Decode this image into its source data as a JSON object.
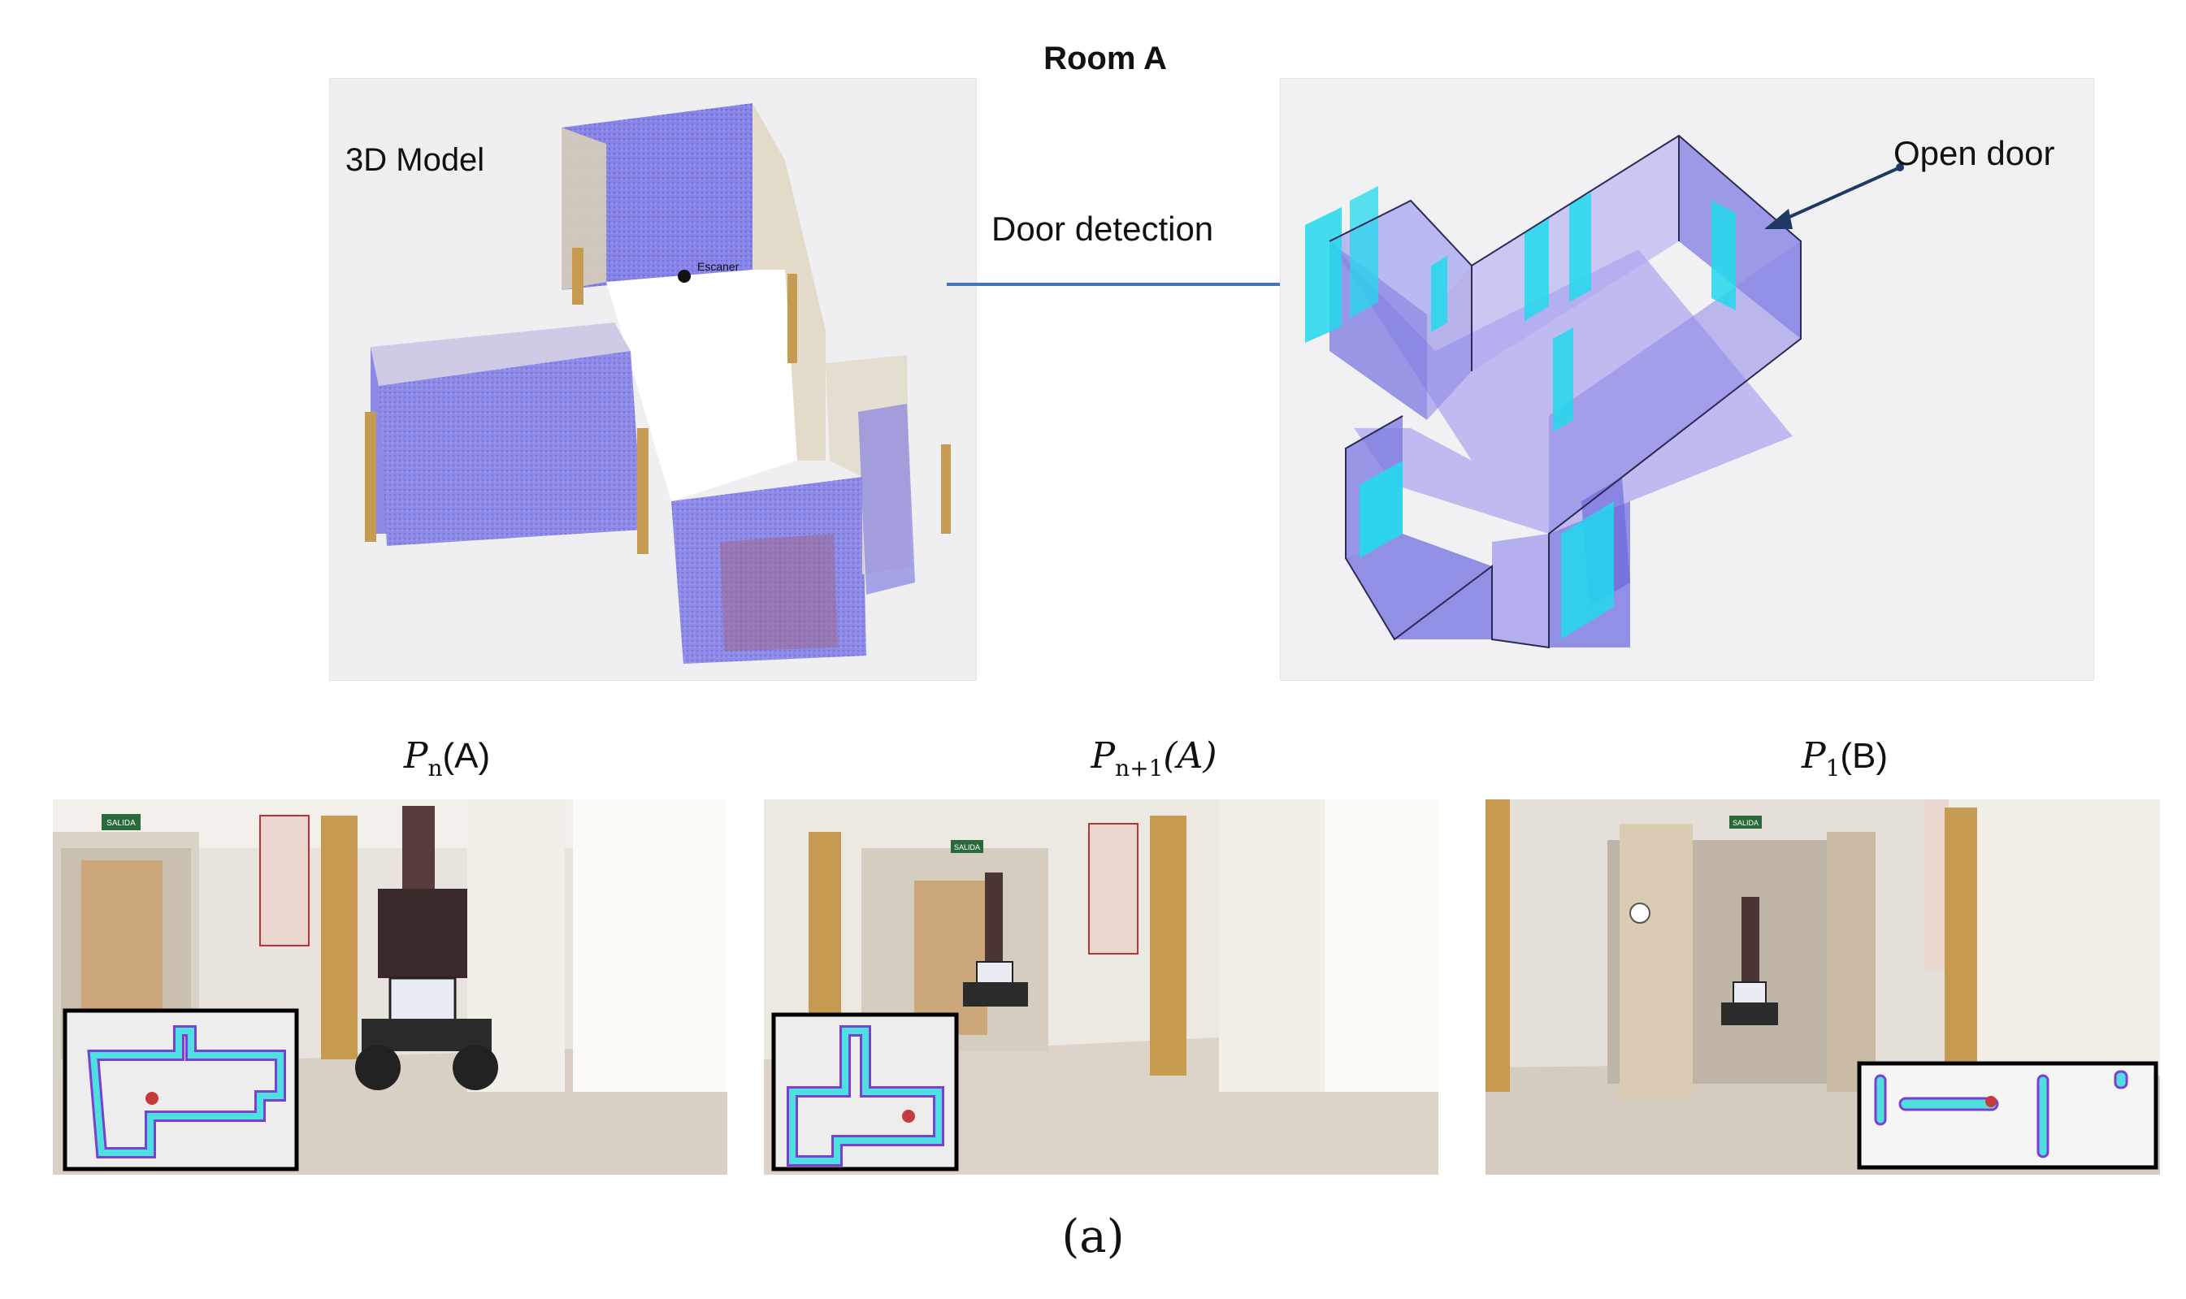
{
  "title": "Room A",
  "top_left": {
    "label": "3D Model",
    "scanner_label": "Escaner"
  },
  "arrow": {
    "label": "Door detection"
  },
  "top_right": {
    "annotation": "Open door"
  },
  "photos": [
    {
      "title_main": "P",
      "title_sub": "n",
      "title_arg": "(A)",
      "sign_text": "SALIDA"
    },
    {
      "title_main": "P",
      "title_sub": "n+1",
      "title_arg": "(A)",
      "sign_text": "SALIDA"
    },
    {
      "title_main": "P",
      "title_sub": "1",
      "title_arg": "(B)",
      "sign_text": "SALIDA"
    }
  ],
  "caption": "(a)",
  "colors": {
    "wall_purple": "#7b78e0",
    "floor_lavender": "#b9b4ef",
    "door_cyan": "#22d9ec",
    "door_wood": "#c79a52",
    "arrow_blue": "#4472c4",
    "annotation_navy": "#1f3864",
    "map_cyan": "#4ee0e0",
    "map_purple": "#7b3fd1"
  }
}
